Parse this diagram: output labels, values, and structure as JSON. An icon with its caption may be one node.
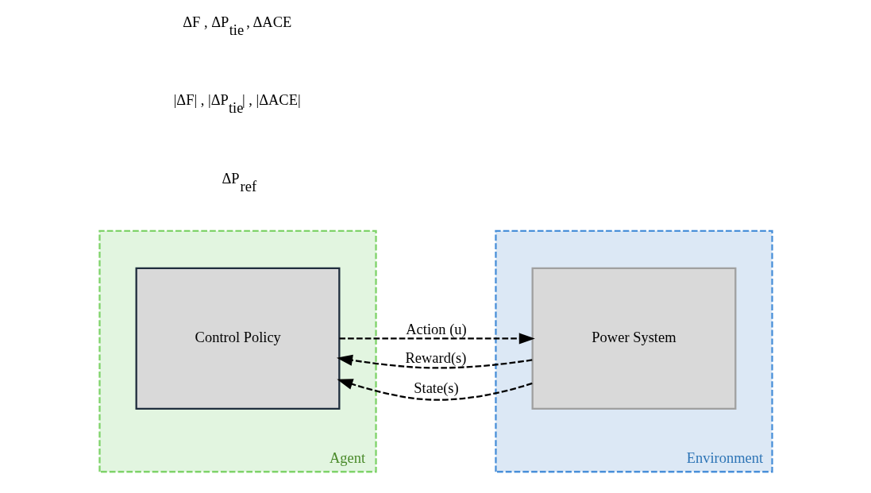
{
  "diagram": {
    "nodes": [
      {
        "text": [
          "Agent"
        ]
      },
      {
        "text": [
          "Control Policy"
        ],
        "in": 0
      },
      {
        "text": [
          "Environment"
        ]
      },
      {
        "text": [
          "Power System"
        ],
        "in": 2
      }
    ],
    "edges": [
      {
        "from": 1,
        "to": 3,
        "arrow": "to",
        "label": "Action (u)",
        "style": "dashed"
      },
      {
        "from": 3,
        "to": 1,
        "arrow": "to",
        "label": "Reward(s)",
        "style": "dashed"
      },
      {
        "from": 3,
        "to": 1,
        "arrow": "to",
        "label": "State(s)",
        "style": "dashed"
      }
    ],
    "labels": [
      "ΔP$_{ref}$",
      "|ΔF| , |ΔP$_{tie}$| , |ΔACE|",
      "ΔF , ΔP$_{tie}$ , ΔACE"
    ]
  }
}
